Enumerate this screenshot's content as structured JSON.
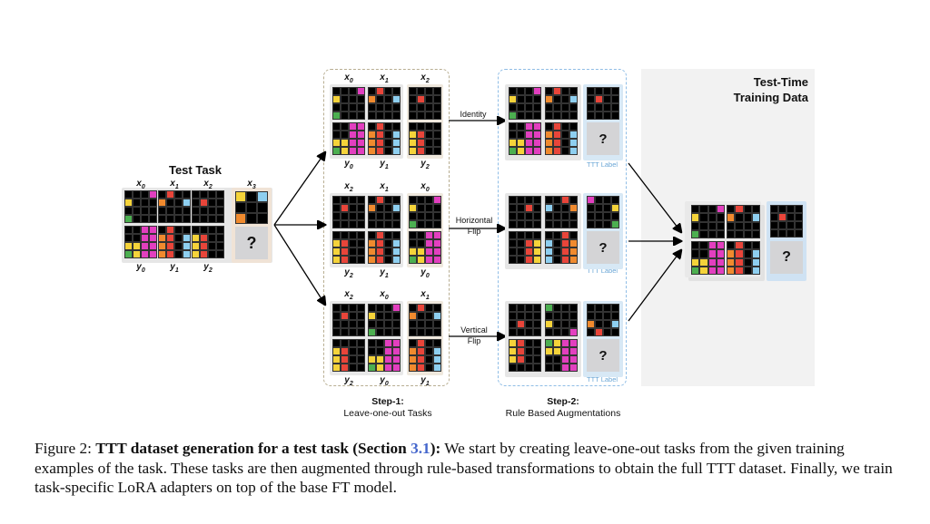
{
  "figure": {
    "test_task_title": "Test Task",
    "test_time_title_line1": "Test-Time",
    "test_time_title_line2": "Training Data",
    "step1_title": "Step-1:",
    "step1_subtitle": "Leave-one-out Tasks",
    "step2_title": "Step-2:",
    "step2_subtitle": "Rule Based Augmentations",
    "ttt_label": "TTT Label",
    "question_mark": "?",
    "arrows": [
      {
        "line1": "Identity",
        "line2": ""
      },
      {
        "line1": "Horizontal",
        "line2": "Flip"
      },
      {
        "line1": "Vertical",
        "line2": "Flip"
      }
    ],
    "test_task_labels_top": [
      "x0",
      "x1",
      "x2",
      "x3"
    ],
    "test_task_labels_bottom": [
      "y0",
      "y1",
      "y2"
    ],
    "row_labels_top": [
      [
        "x0",
        "x1",
        "x2"
      ],
      [
        "x2",
        "x1",
        "x0"
      ],
      [
        "x2",
        "x0",
        "x1"
      ]
    ],
    "row_labels_bottom": [
      [
        "y0",
        "y1",
        "y2"
      ],
      [
        "y2",
        "y1",
        "y0"
      ],
      [
        "y2",
        "y0",
        "y1"
      ]
    ]
  },
  "caption": {
    "figure_label": "Figure 2: ",
    "bold_title": "TTT dataset generation for a test task (Section ",
    "section_ref": "3.1",
    "bold_close": "):",
    "body": " We start by creating leave-one-out tasks from the given training examples of the task. These tasks are then augmented through rule-based transformations to obtain the full TTT dataset. Finally, we train task-specific LoRA adapters on top of the base FT model."
  },
  "colors": {
    "black": "#000000",
    "yellow": "#f5d33a",
    "magenta": "#e23fbf",
    "green": "#4caf50",
    "red": "#e8453a",
    "orange": "#f08a2e",
    "lightblue": "#8ecff0",
    "grey": "#d4d4d6",
    "step1_border": "#b8ae92",
    "step2_border": "#8fbde6",
    "panel_bg": "#f2f2f2"
  }
}
